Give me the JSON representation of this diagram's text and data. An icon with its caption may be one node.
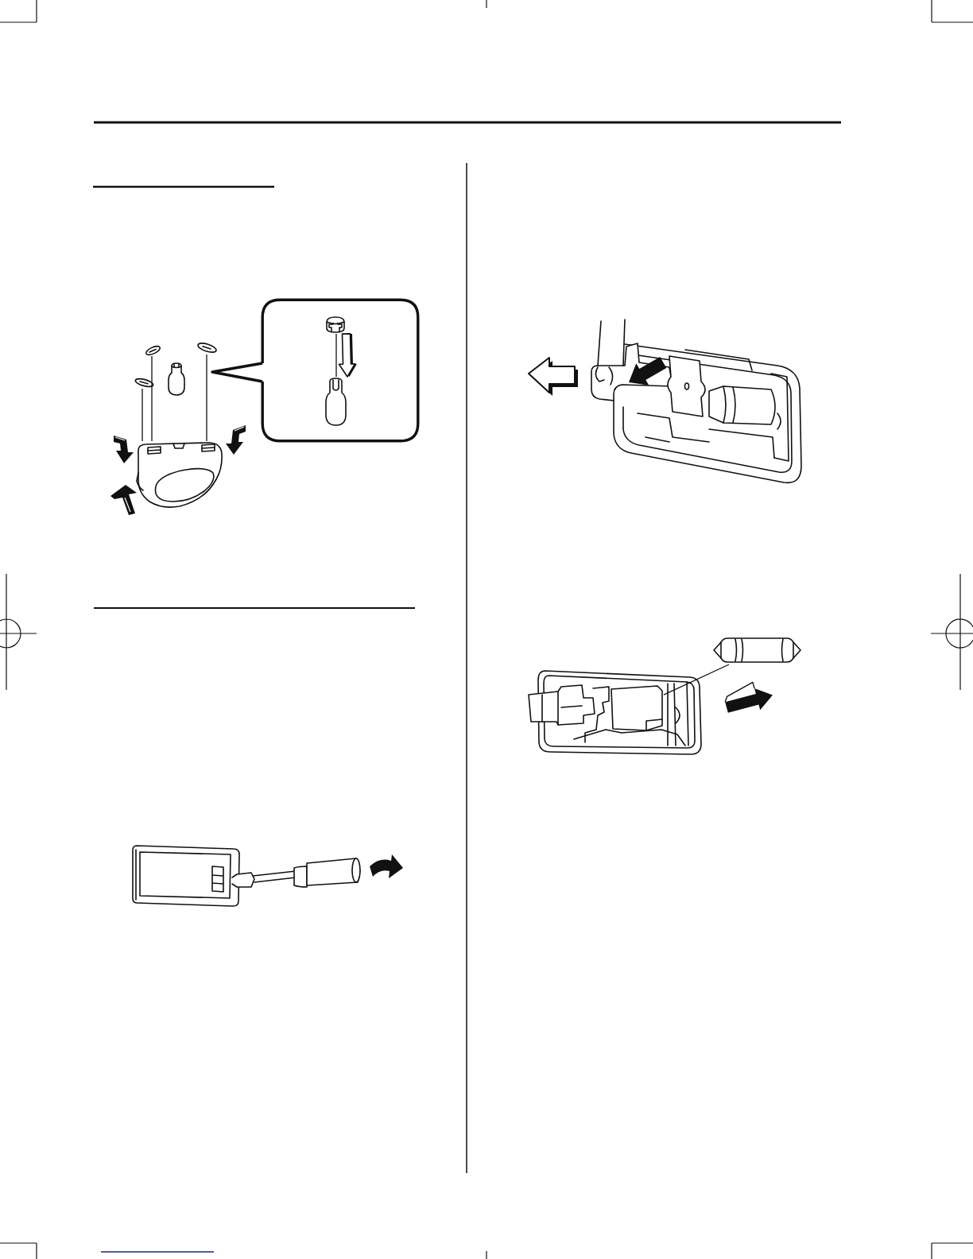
{
  "diagram": {
    "nodes": [
      {
        "text": [],
        "shape": "box"
      },
      {
        "text": [],
        "shape": "picture",
        "in": 0
      },
      {
        "text": [],
        "shape": "picture",
        "in": 0
      },
      {
        "text": [],
        "shape": "picture"
      },
      {
        "text": [],
        "shape": "picture"
      },
      {
        "text": [],
        "shape": "picture"
      },
      {
        "text": [],
        "shape": "picture"
      },
      {
        "text": [],
        "shape": "picture"
      },
      {
        "text": [],
        "shape": "picture"
      }
    ],
    "edges": [
      {
        "from": 1,
        "to": 2,
        "arrow": "none"
      },
      {
        "from": 1,
        "to": 2,
        "arrow": "to",
        "style": "thick"
      },
      {
        "from": 3,
        "to": 6,
        "arrow": "none"
      },
      {
        "from": 4,
        "to": 6,
        "arrow": "none"
      },
      {
        "from": 5,
        "to": 6,
        "arrow": "none"
      },
      {
        "from": 7,
        "to": 8,
        "arrow": "none"
      }
    ]
  }
}
